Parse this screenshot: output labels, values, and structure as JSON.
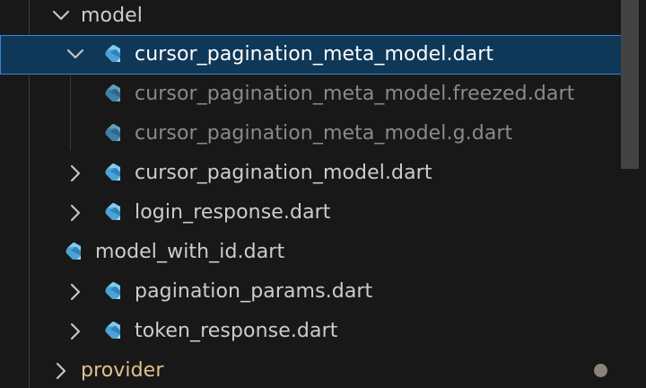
{
  "explorer": {
    "folders": {
      "model": "model",
      "provider": "provider"
    },
    "files": {
      "cursor_meta": "cursor_pagination_meta_model.dart",
      "cursor_meta_freezed": "cursor_pagination_meta_model.freezed.dart",
      "cursor_meta_g": "cursor_pagination_meta_model.g.dart",
      "cursor_model": "cursor_pagination_model.dart",
      "login_response": "login_response.dart",
      "model_with_id": "model_with_id.dart",
      "pagination_params": "pagination_params.dart",
      "token_response": "token_response.dart"
    }
  },
  "icons": {
    "dart": "dart-file-icon",
    "chevron_down": "chevron-down-icon",
    "chevron_right": "chevron-right-icon"
  },
  "colors": {
    "background": "#181818",
    "selection": "#0f3758",
    "selection_border": "#3a85d6",
    "dart_blue": "#5cb7e8",
    "modified_folder": "#e2c08d"
  }
}
